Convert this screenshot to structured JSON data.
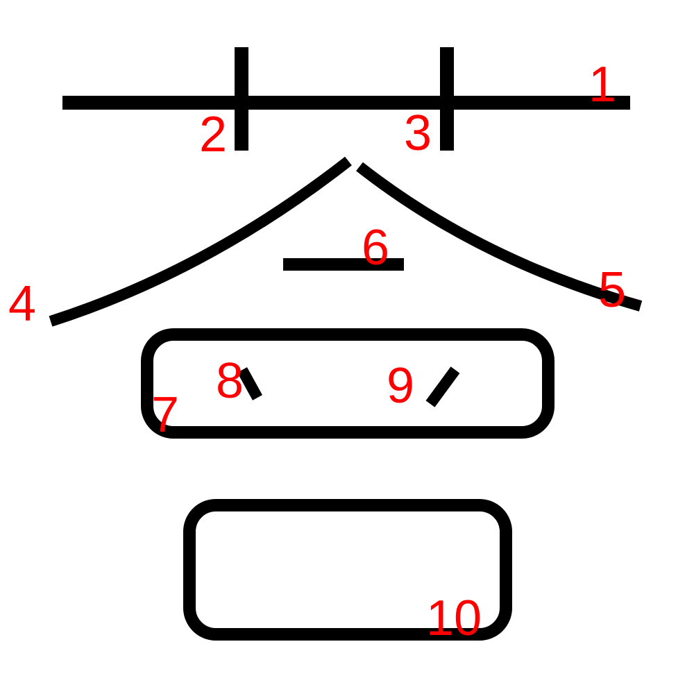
{
  "colors": {
    "stroke": "#000000",
    "label": "#ff0000",
    "background": "#ffffff"
  },
  "strokes": [
    {
      "id": "1",
      "label": "1"
    },
    {
      "id": "2",
      "label": "2"
    },
    {
      "id": "3",
      "label": "3"
    },
    {
      "id": "4",
      "label": "4"
    },
    {
      "id": "5",
      "label": "5"
    },
    {
      "id": "6",
      "label": "6"
    },
    {
      "id": "7",
      "label": "7"
    },
    {
      "id": "8",
      "label": "8"
    },
    {
      "id": "9",
      "label": "9"
    },
    {
      "id": "10",
      "label": "10"
    }
  ]
}
